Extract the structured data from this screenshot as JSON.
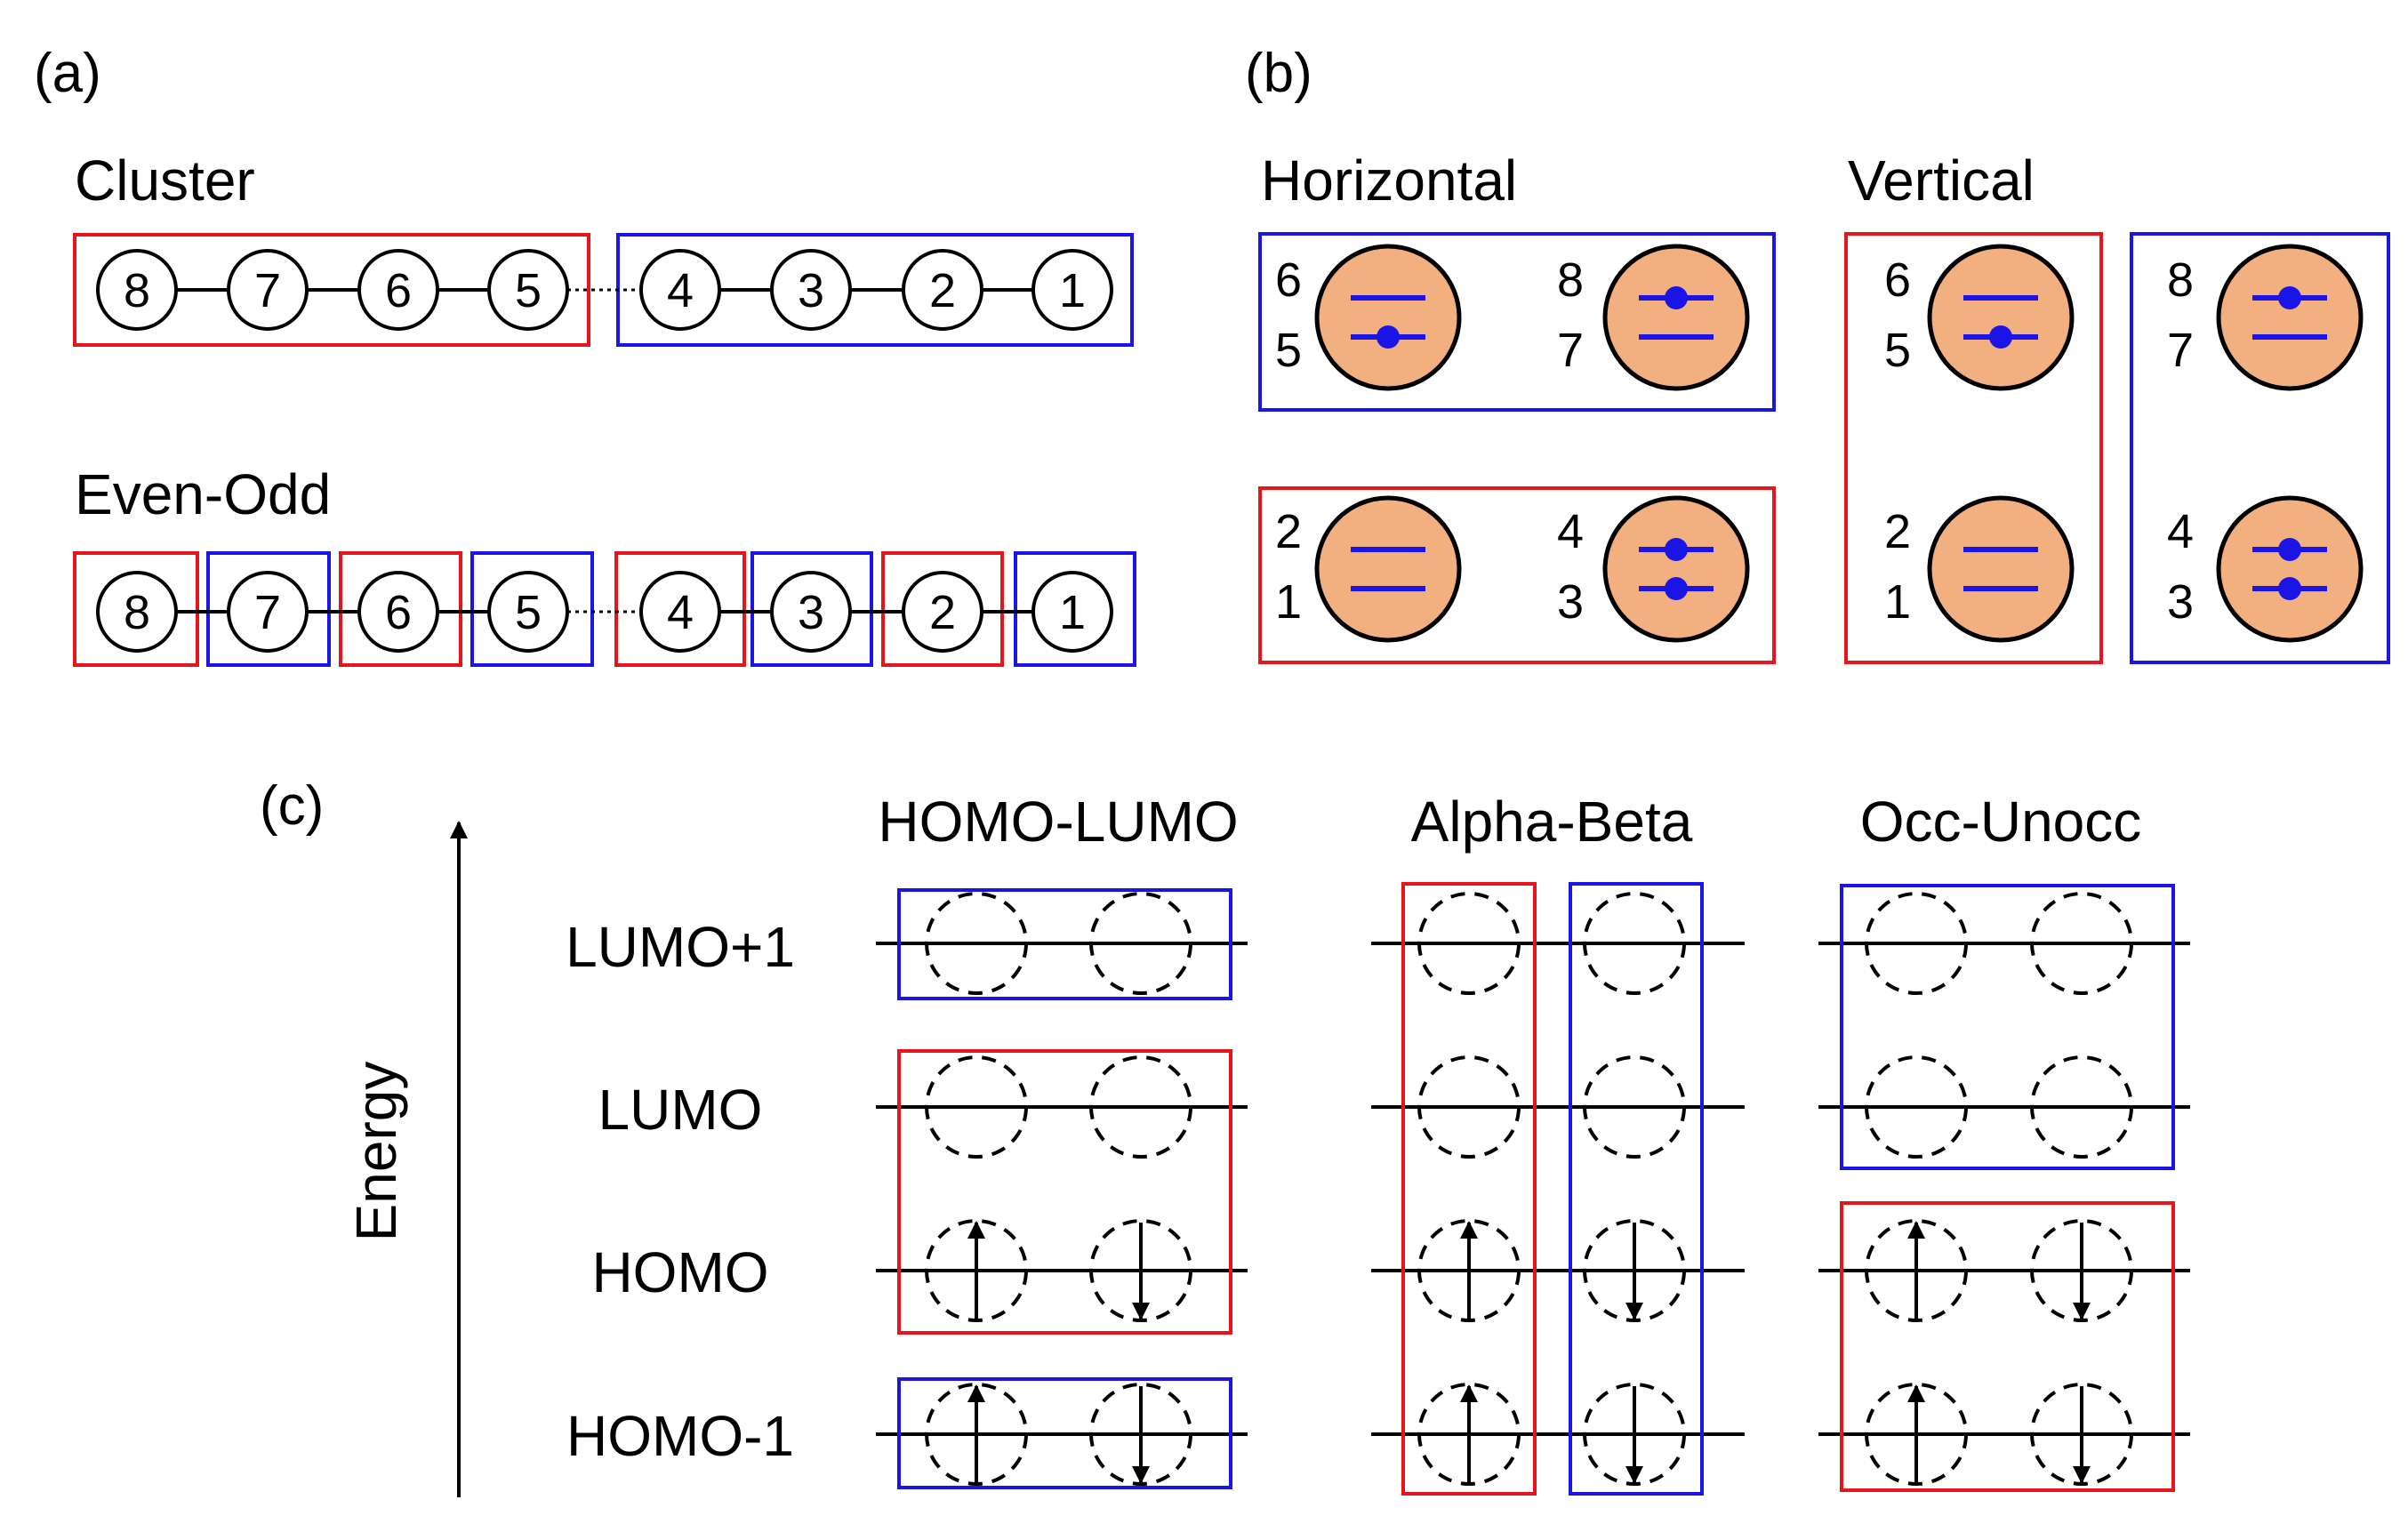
{
  "colors": {
    "red": "#e8141c",
    "blue": "#1a14e6",
    "orbital_fill": "#f2b080",
    "electron": "#1a14e6",
    "black": "#000000"
  },
  "panel_a": {
    "label": "(a)",
    "cluster": {
      "title": "Cluster",
      "sites": [
        "8",
        "7",
        "6",
        "5",
        "4",
        "3",
        "2",
        "1"
      ]
    },
    "even_odd": {
      "title": "Even-Odd",
      "sites": [
        "8",
        "7",
        "6",
        "5",
        "4",
        "3",
        "2",
        "1"
      ]
    }
  },
  "panel_b": {
    "label": "(b)",
    "horizontal": {
      "title": "Horizontal",
      "labels": [
        "6",
        "5",
        "8",
        "7",
        "2",
        "1",
        "4",
        "3"
      ]
    },
    "vertical": {
      "title": "Vertical",
      "labels": [
        "6",
        "5",
        "2",
        "1",
        "8",
        "7",
        "4",
        "3"
      ]
    }
  },
  "panel_c": {
    "label": "(c)",
    "axis_label": "Energy",
    "levels": [
      "LUMO+1",
      "LUMO",
      "HOMO",
      "HOMO-1"
    ],
    "schemes": [
      "HOMO-LUMO",
      "Alpha-Beta",
      "Occ-Unocc"
    ]
  }
}
